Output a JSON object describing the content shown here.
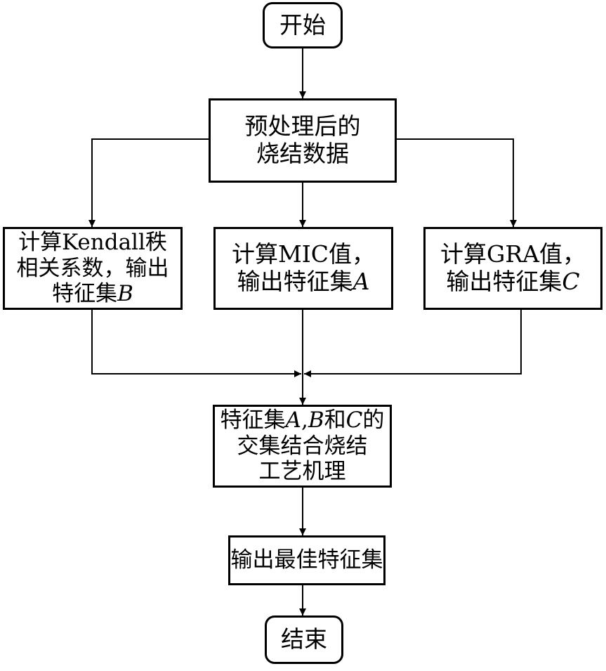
{
  "nodes": {
    "start": {
      "label": "开始"
    },
    "preprocess": {
      "line1": "预处理后的",
      "line2": "烧结数据"
    },
    "kendall": {
      "line1": "计算Kendall秩",
      "line2": "相关系数，输出",
      "line3_text": "特征集",
      "line3_var": "B"
    },
    "mic": {
      "line1": "计算MIC值，",
      "line2_text": "输出特征集",
      "line2_var": "A"
    },
    "gra": {
      "line1": "计算GRA值，",
      "line2_text": "输出特征集",
      "line2_var": "C"
    },
    "intersect": {
      "line1_text": "特征集",
      "var_a": "A",
      "sep": ",",
      "var_b": "B",
      "conj": "和",
      "var_c": "C",
      "suffix": "的",
      "line2": "交集结合烧结",
      "line3": "工艺机理"
    },
    "best": {
      "label": "输出最佳特征集"
    },
    "end": {
      "label": "结束"
    }
  }
}
